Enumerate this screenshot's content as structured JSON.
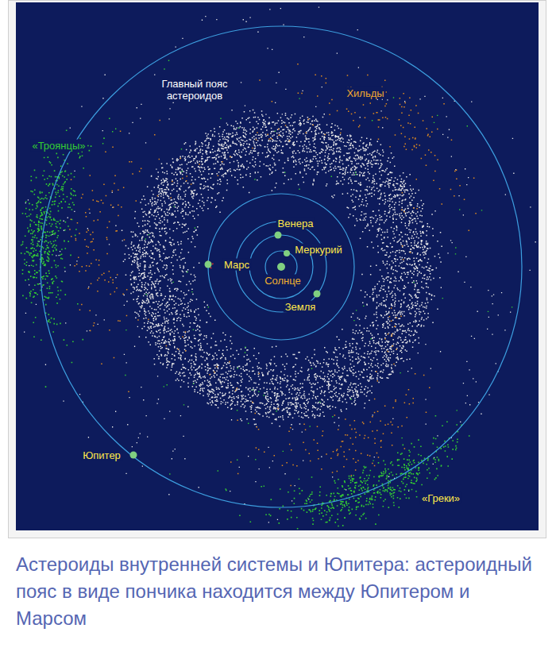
{
  "diagram": {
    "caption": "Астероиды внутренней системы и Юпитера: астероидный пояс в виде пончика находится между Юпитером и Марсом",
    "labels": [
      "Главный пояс астероидов",
      "Хильды",
      "«Троянцы»",
      "Венера",
      "Меркурий",
      "Марс",
      "Солнце",
      "Земля",
      "Юпитер",
      "«Греки»"
    ]
  }
}
